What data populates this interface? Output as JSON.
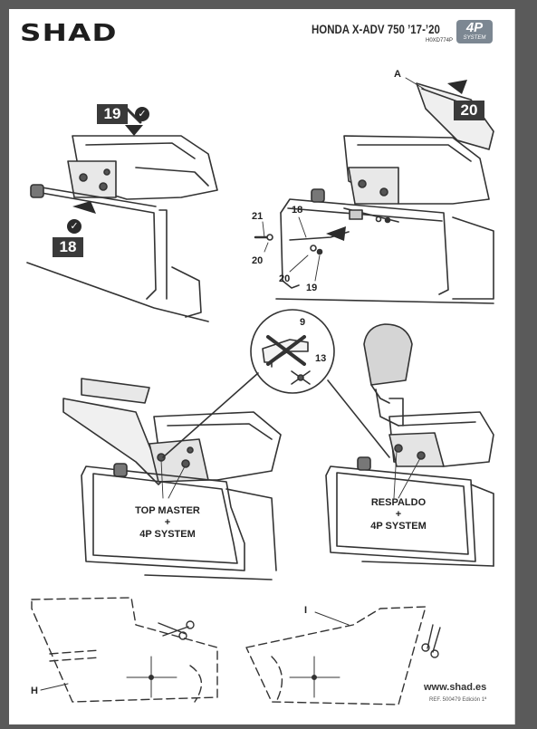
{
  "header": {
    "brand": "SHAD",
    "model_title": "HONDA X-ADV 750 ’17-’20",
    "model_code": "H0XD774P",
    "badge_main": "4P",
    "badge_sub": "SYSTEM"
  },
  "steps": {
    "step_19": "19",
    "step_18": "18",
    "step_20": "20"
  },
  "callouts": {
    "a": "A",
    "n21": "21",
    "n18": "18",
    "n20a": "20",
    "n20b": "20",
    "n19": "19",
    "n9": "9",
    "n13": "13",
    "h": "H",
    "i": "I"
  },
  "captions": {
    "top_master_1": "TOP MASTER",
    "top_master_2": "+",
    "top_master_3": "4P SYSTEM",
    "respaldo_1": "RESPALDO",
    "respaldo_2": "+",
    "respaldo_3": "4P SYSTEM"
  },
  "icons": {
    "check": "✓",
    "scissors": "✂"
  },
  "footer": {
    "website": "www.shad.es",
    "reference": "REF. 500479 Edición 1ª"
  },
  "colors": {
    "background": "#5a5a5a",
    "sheet": "#ffffff",
    "step_box": "#3a3a3a",
    "badge": "#7c8792"
  }
}
